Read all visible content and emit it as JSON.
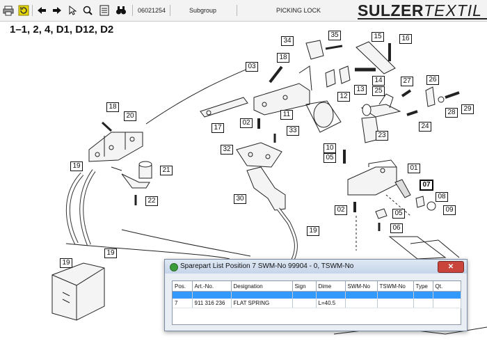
{
  "toolbar": {
    "part_number": "06021254",
    "subgroup_label": "Subgroup",
    "group_name": "PICKING LOCK",
    "logo_bold": "SULZER",
    "logo_thin": "TEXTIL",
    "icons": [
      "print-icon",
      "refresh-icon",
      "back-arrow-icon",
      "forward-arrow-icon",
      "pointer-icon",
      "zoom-icon",
      "home-icon",
      "notes-icon",
      "binoculars-icon"
    ]
  },
  "drawing": {
    "title": "1–1, 2, 4, D1, D12, D2",
    "callouts": [
      "34",
      "35",
      "15",
      "16",
      "18",
      "03",
      "14",
      "27",
      "26",
      "12",
      "13",
      "25",
      "11",
      "17",
      "02",
      "33",
      "28",
      "29",
      "24",
      "18",
      "20",
      "23",
      "32",
      "10",
      "05",
      "01",
      "19",
      "21",
      "07",
      "30",
      "08",
      "22",
      "02",
      "05",
      "09",
      "06",
      "19",
      "19",
      "19"
    ]
  },
  "dialog": {
    "title": "Sparepart List Position 7 SWM-No 99904 - 0, TSWM-No",
    "close_label": "✕",
    "columns": [
      "Pos.",
      "Art.-No.",
      "Designation",
      "Sign",
      "Dime",
      "SWM-No",
      "TSWM-No",
      "Type",
      "Qt."
    ],
    "rows": [
      {
        "pos": "7",
        "art_no": "911 316 236",
        "designation": "FLAT SPRING",
        "sign": "",
        "dime": "L=40.5",
        "swm_no": "",
        "tswm_no": "",
        "type": "",
        "qt": ""
      }
    ]
  }
}
